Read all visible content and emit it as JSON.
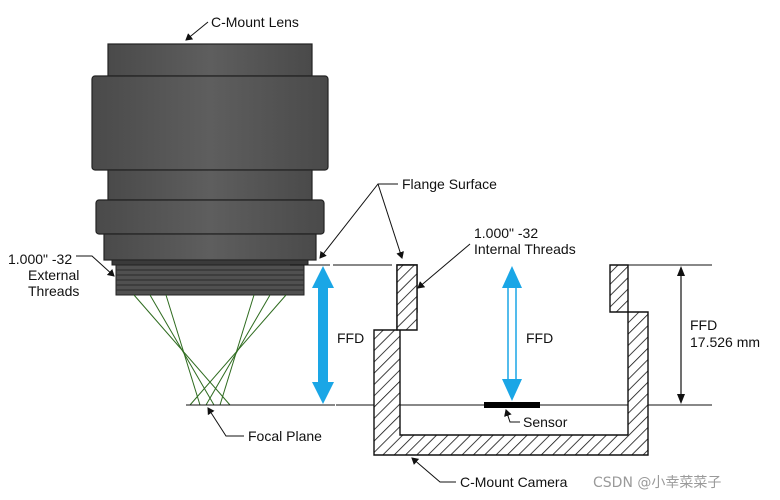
{
  "labels": {
    "lens": "C-Mount Lens",
    "flange": "Flange Surface",
    "ext_threads_1": "1.000\" -32",
    "ext_threads_2": "External",
    "ext_threads_3": "Threads",
    "int_threads_1": "1.000\" -32",
    "int_threads_2": "Internal Threads",
    "ffd_left": "FFD",
    "ffd_center": "FFD",
    "ffd_right_1": "FFD",
    "ffd_right_2": "17.526 mm",
    "sensor": "Sensor",
    "focal_plane": "Focal Plane",
    "camera": "C-Mount Camera"
  },
  "watermark": "CSDN @小幸菜菜子",
  "colors": {
    "lens_body": "#5a5a5a",
    "lens_dark": "#3e3e3e",
    "arrow_blue": "#1aa6e6",
    "rays": "#2e6b1f",
    "hatch": "#111111"
  }
}
